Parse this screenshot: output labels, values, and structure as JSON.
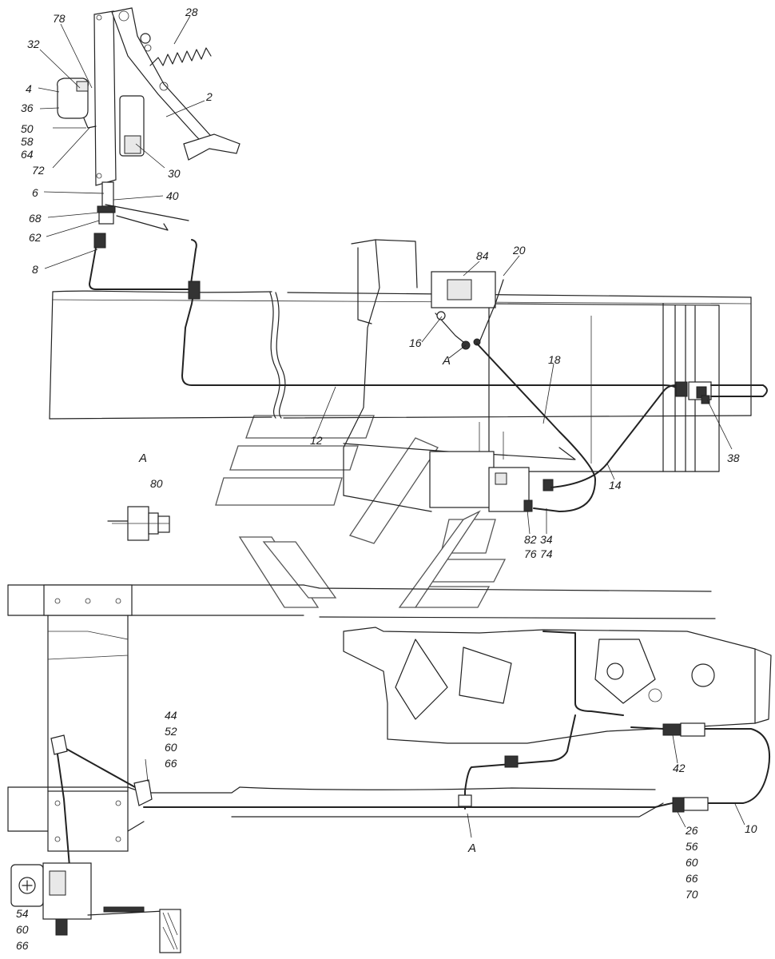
{
  "labels": {
    "l78": "78",
    "l28": "28",
    "l32": "32",
    "l4": "4",
    "l2": "2",
    "l36": "36",
    "l50": "50",
    "l58": "58",
    "l64": "64",
    "l72": "72",
    "l30": "30",
    "l6": "6",
    "l40": "40",
    "l68": "68",
    "l62": "62",
    "l8": "8",
    "l84": "84",
    "l20": "20",
    "l16": "16",
    "lA1": "A",
    "l18": "18",
    "l12": "12",
    "l38": "38",
    "l14": "14",
    "lA2": "A",
    "l80": "80",
    "l34": "34",
    "l74": "74",
    "l82": "82",
    "l76": "76",
    "l44": "44",
    "l52": "52",
    "l60a": "60",
    "l66a": "66",
    "l42": "42",
    "l10": "10",
    "lA3": "A",
    "l26": "26",
    "l56": "56",
    "l60b": "60",
    "l66b": "66",
    "l70": "70",
    "l54": "54",
    "l60c": "60",
    "l66c": "66"
  }
}
